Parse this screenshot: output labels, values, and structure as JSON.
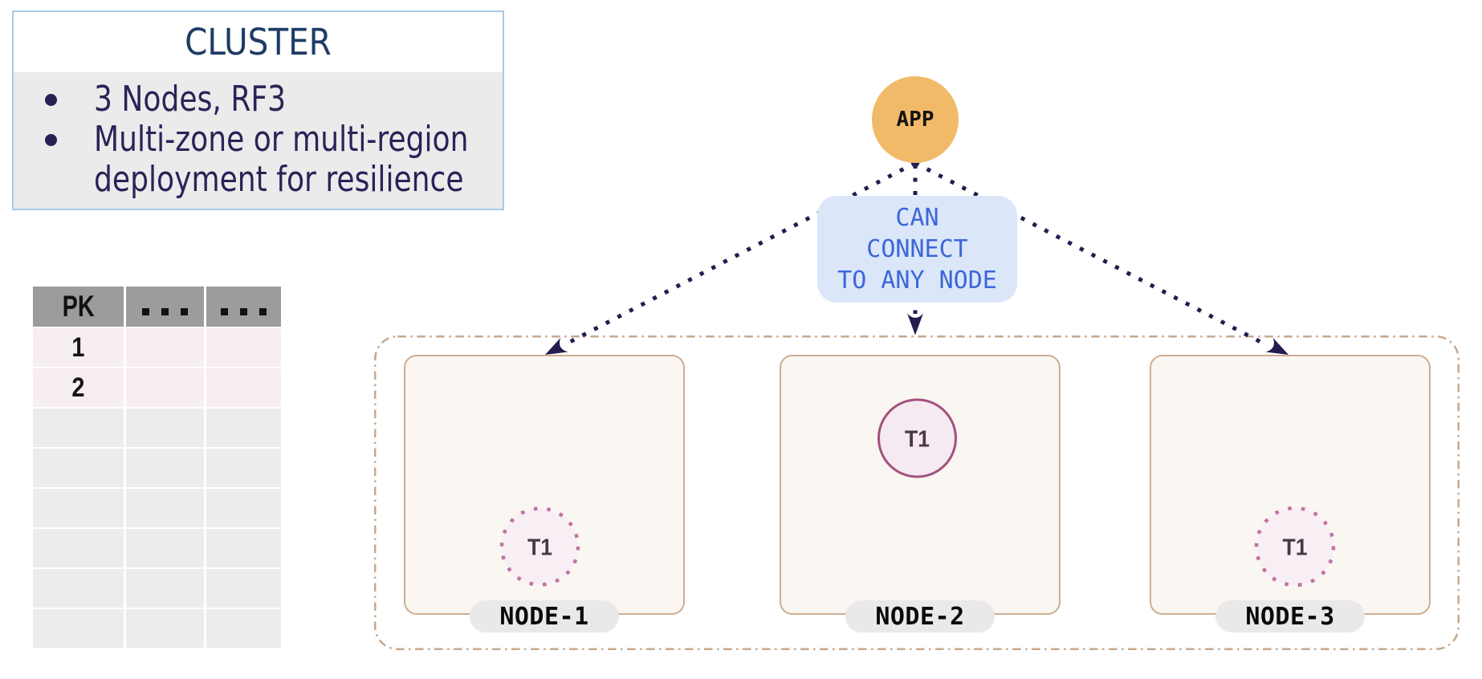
{
  "cluster_info": {
    "title": "CLUSTER",
    "bullets": [
      {
        "lines": [
          "3 Nodes, RF3"
        ]
      },
      {
        "lines": [
          "Multi-zone or multi-region",
          "deployment for resilience"
        ]
      }
    ]
  },
  "table": {
    "headers": [
      "PK",
      "...",
      "..."
    ],
    "rows": [
      [
        "1",
        "",
        ""
      ],
      [
        "2",
        "",
        ""
      ],
      [
        "",
        "",
        ""
      ],
      [
        "",
        "",
        ""
      ],
      [
        "",
        "",
        ""
      ],
      [
        "",
        "",
        ""
      ],
      [
        "",
        "",
        ""
      ],
      [
        "",
        "",
        ""
      ]
    ]
  },
  "app": {
    "label": "APP"
  },
  "connect_note": {
    "lines": [
      "CAN",
      "CONNECT",
      "TO ANY NODE"
    ]
  },
  "cluster_group": {
    "nodes": [
      {
        "label": "NODE-1",
        "tablet": {
          "label": "T1",
          "border_style": "dotted"
        }
      },
      {
        "label": "NODE-2",
        "tablet": {
          "label": "T1",
          "border_style": "solid"
        }
      },
      {
        "label": "NODE-3",
        "tablet": {
          "label": "T1",
          "border_style": "dotted"
        }
      }
    ]
  },
  "colors": {
    "cluster_box_border": "#abc8e8",
    "cluster_box_body": "#ebebeb",
    "cluster_title": "#1e3c64",
    "bullet_text": "#2a2357",
    "table_header": "#9c9c9c",
    "table_row_pink": "#f7eef1",
    "table_row_gray": "#ececec",
    "app_circle": "#f1ba69",
    "connect_box": "#dbe6f9",
    "connect_text": "#3c67d9",
    "arrow": "#221d4f",
    "group_border": "#c8a88d",
    "node_fill": "#faf5f0",
    "node_border": "#cfad90",
    "pill_bg": "#eae8e8",
    "tablet_solid_stroke": "#a3517f",
    "tablet_solid_fill": "#f5eaf1",
    "tablet_dotted_stroke": "#bc6f9f",
    "tablet_dotted_fill": "#f8eff5"
  }
}
